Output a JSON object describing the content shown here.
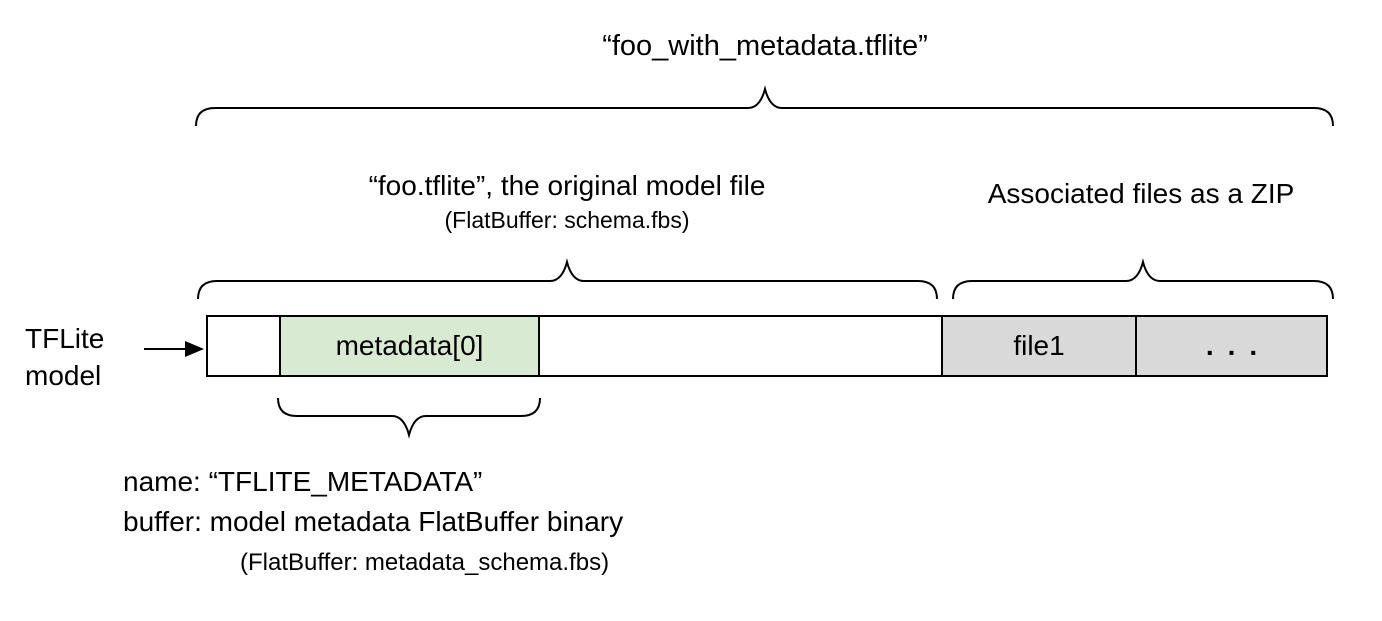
{
  "diagram": {
    "title": "“foo_with_metadata.tflite”",
    "original_model": {
      "label": "“foo.tflite”, the original model file",
      "sublabel": "(FlatBuffer: schema.fbs)"
    },
    "associated_files": {
      "label": "Associated files as a ZIP"
    },
    "model_pointer": {
      "line1": "TFLite",
      "line2": "model"
    },
    "bar": {
      "segments": [
        {
          "label": "",
          "fill": "#ffffff"
        },
        {
          "label": "metadata[0]",
          "fill": "#d9ead3"
        },
        {
          "label": "",
          "fill": "#ffffff"
        },
        {
          "label": "file1",
          "fill": "#d9d9d9"
        },
        {
          "label": "...",
          "fill": "#d9d9d9"
        }
      ]
    },
    "metadata_note": {
      "line1": "name: “TFLITE_METADATA”",
      "line2": "buffer: model metadata FlatBuffer binary",
      "line3": "(FlatBuffer: metadata_schema.fbs)"
    },
    "colors": {
      "metadata_fill": "#d9ead3",
      "associated_fill": "#d9d9d9",
      "line": "#000000",
      "background": "#ffffff"
    }
  }
}
